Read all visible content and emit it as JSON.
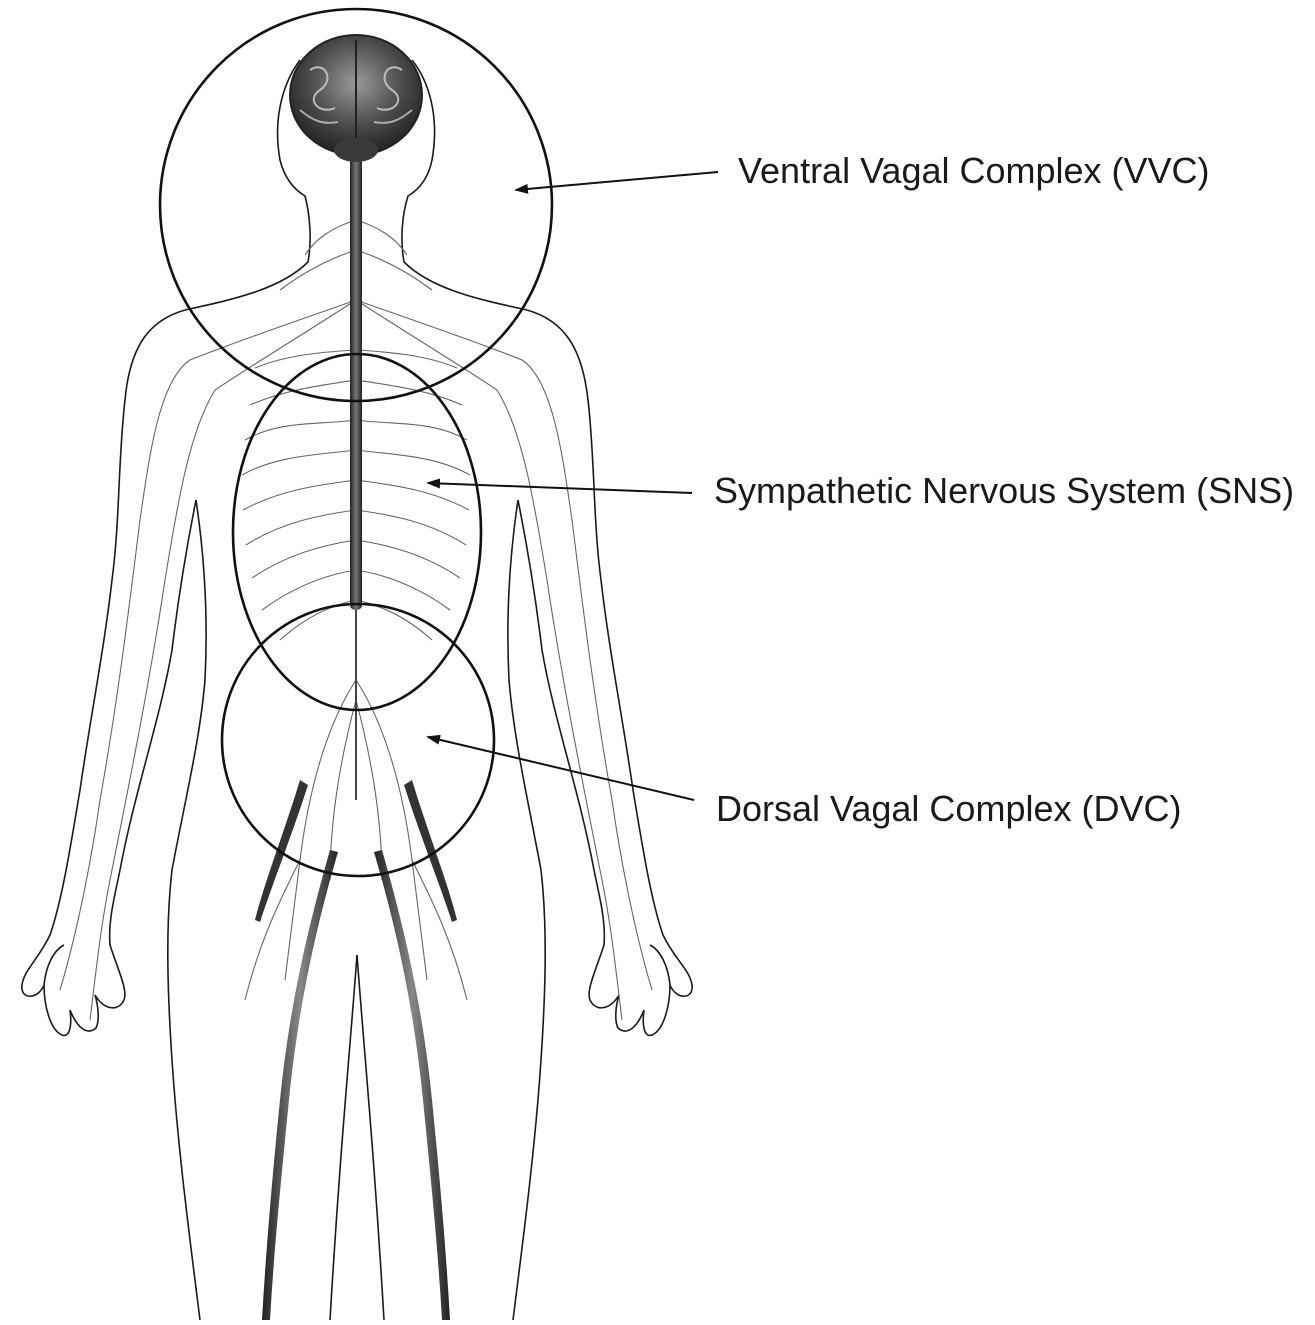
{
  "labels": {
    "vvc": "Ventral Vagal Complex (VVC)",
    "sns": "Sympathetic Nervous System (SNS)",
    "dvc": "Dorsal Vagal Complex (DVC)"
  },
  "colors": {
    "outline": "#1a1a1a",
    "nerve": "#555555",
    "spine": "#3a3a3a",
    "brain": "#4a4a4a",
    "background": "#ffffff"
  }
}
